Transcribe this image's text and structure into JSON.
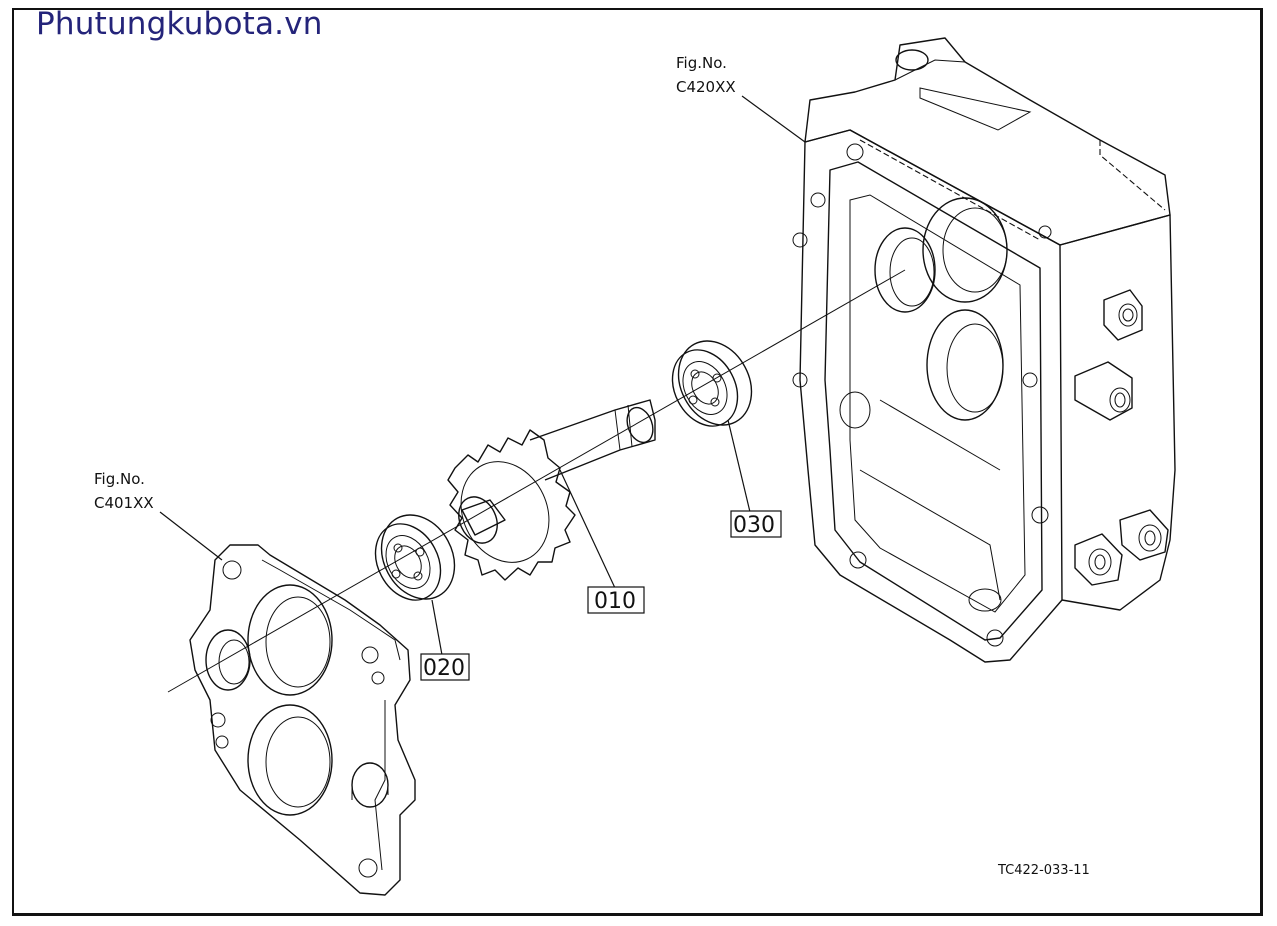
{
  "site_title": "Phutungkubota.vn",
  "figure_refs": [
    {
      "line1": "Fig.No.",
      "line2": "C420XX"
    },
    {
      "line1": "Fig.No.",
      "line2": "C401XX"
    }
  ],
  "parts": [
    "010",
    "020",
    "030"
  ],
  "drawing_code": "TC422-033-11"
}
